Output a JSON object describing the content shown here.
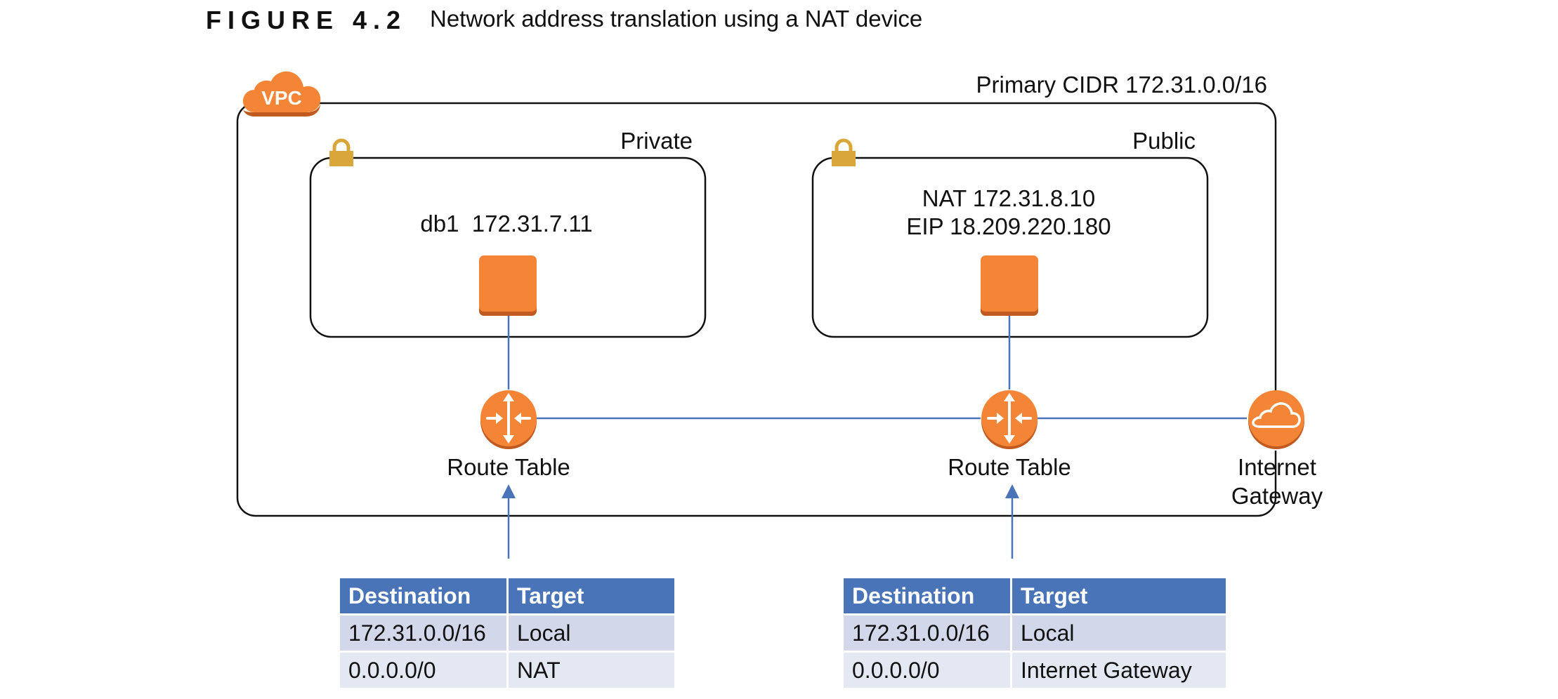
{
  "figure": {
    "label": "FIGURE 4.2",
    "caption": "Network address translation using a NAT device"
  },
  "vpc": {
    "badge": "VPC",
    "cidr": "Primary CIDR 172.31.0.0/16"
  },
  "subnets": {
    "private": {
      "name": "Private",
      "instance_line1": "db1  172.31.7.11"
    },
    "public": {
      "name": "Public",
      "instance_line1": "NAT 172.31.8.10",
      "instance_line2": "EIP 18.209.220.180"
    }
  },
  "route_tables": {
    "left_label": "Route Table",
    "right_label": "Route Table"
  },
  "internet_gateway": {
    "line1": "Internet",
    "line2": "Gateway"
  },
  "tables": {
    "left": {
      "headers": [
        "Destination",
        "Target"
      ],
      "rows": [
        [
          "172.31.0.0/16",
          "Local"
        ],
        [
          "0.0.0.0/0",
          "NAT"
        ]
      ]
    },
    "right": {
      "headers": [
        "Destination",
        "Target"
      ],
      "rows": [
        [
          "172.31.0.0/16",
          "Local"
        ],
        [
          "0.0.0.0/0",
          "Internet Gateway"
        ]
      ]
    }
  },
  "colors": {
    "orange": "#f58536",
    "orange_dark": "#c05a1f",
    "lock": "#d9a63a",
    "line_blue": "#4a74b8",
    "header_blue": "#4a74b8"
  },
  "icons": [
    "vpc-cloud-icon",
    "lock-icon",
    "instance-icon",
    "router-icon",
    "internet-gateway-icon",
    "arrow-up-icon"
  ]
}
